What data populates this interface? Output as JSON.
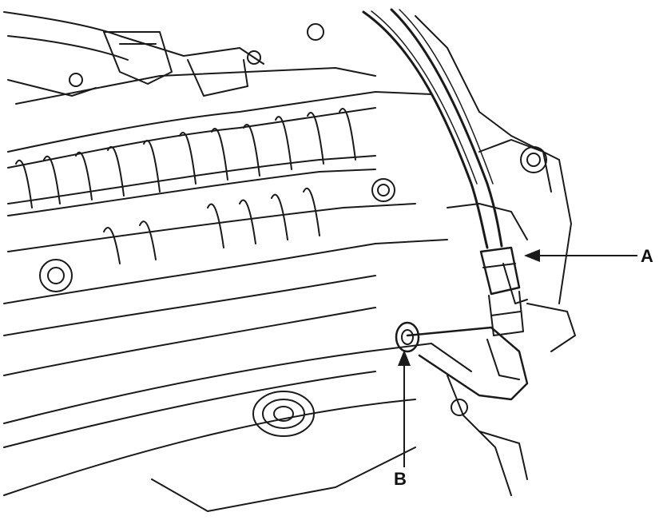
{
  "diagram": {
    "callouts": [
      {
        "id": "A",
        "label": "A"
      },
      {
        "id": "B",
        "label": "B"
      }
    ],
    "colors": {
      "background": "#ffffff",
      "line": "#1a1a1a"
    }
  }
}
